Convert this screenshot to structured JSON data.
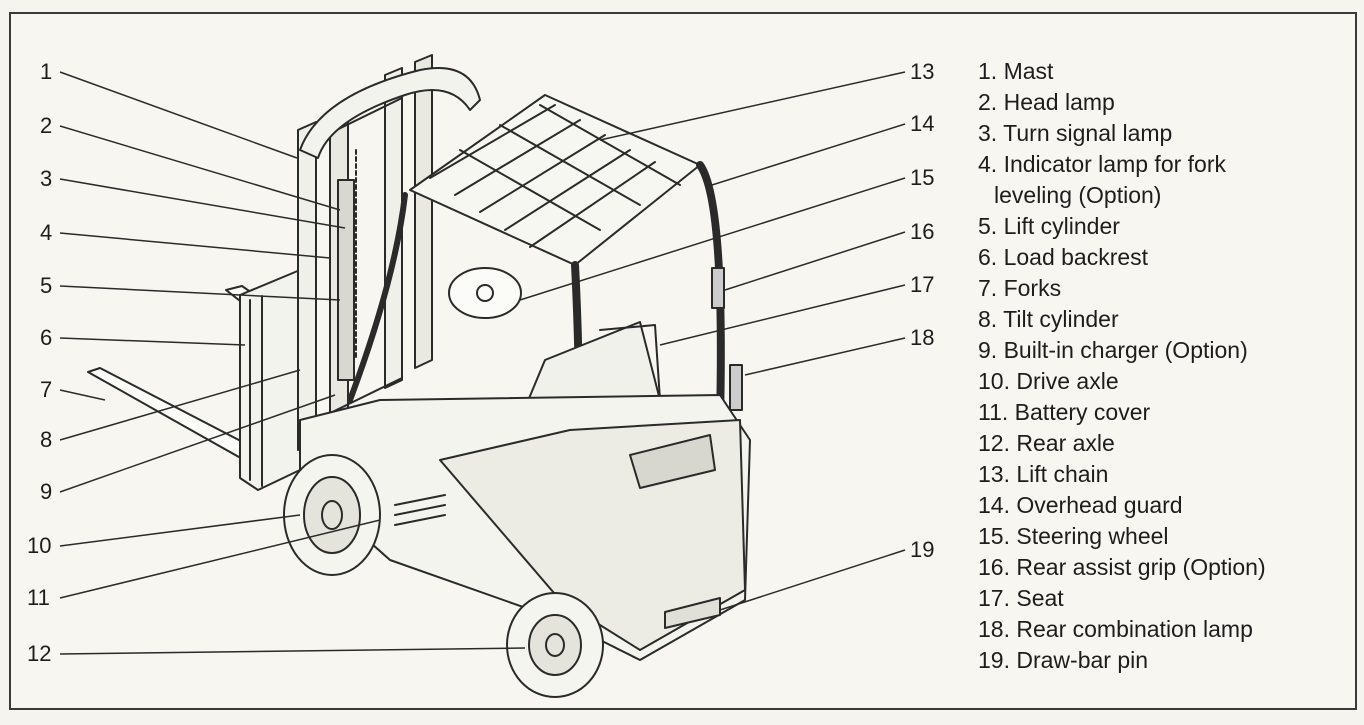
{
  "callouts": [
    "1",
    "2",
    "3",
    "4",
    "5",
    "6",
    "7",
    "8",
    "9",
    "10",
    "11",
    "12",
    "13",
    "14",
    "15",
    "16",
    "17",
    "18",
    "19"
  ],
  "legend": [
    {
      "num": "1.",
      "text": "Mast"
    },
    {
      "num": "2.",
      "text": "Head lamp"
    },
    {
      "num": "3.",
      "text": "Turn signal lamp"
    },
    {
      "num": "4.",
      "text": "Indicator lamp for fork",
      "cont": "leveling (Option)"
    },
    {
      "num": "5.",
      "text": "Lift cylinder"
    },
    {
      "num": "6.",
      "text": "Load backrest"
    },
    {
      "num": "7.",
      "text": "Forks"
    },
    {
      "num": "8.",
      "text": "Tilt cylinder"
    },
    {
      "num": "9.",
      "text": "Built-in charger (Option)"
    },
    {
      "num": "10.",
      "text": "Drive axle"
    },
    {
      "num": "11.",
      "text": "Battery cover"
    },
    {
      "num": "12.",
      "text": "Rear axle"
    },
    {
      "num": "13.",
      "text": "Lift chain"
    },
    {
      "num": "14.",
      "text": "Overhead guard"
    },
    {
      "num": "15.",
      "text": "Steering wheel"
    },
    {
      "num": "16.",
      "text": "Rear assist grip (Option)"
    },
    {
      "num": "17.",
      "text": "Seat"
    },
    {
      "num": "18.",
      "text": "Rear combination lamp"
    },
    {
      "num": "19.",
      "text": "Draw-bar pin"
    }
  ]
}
